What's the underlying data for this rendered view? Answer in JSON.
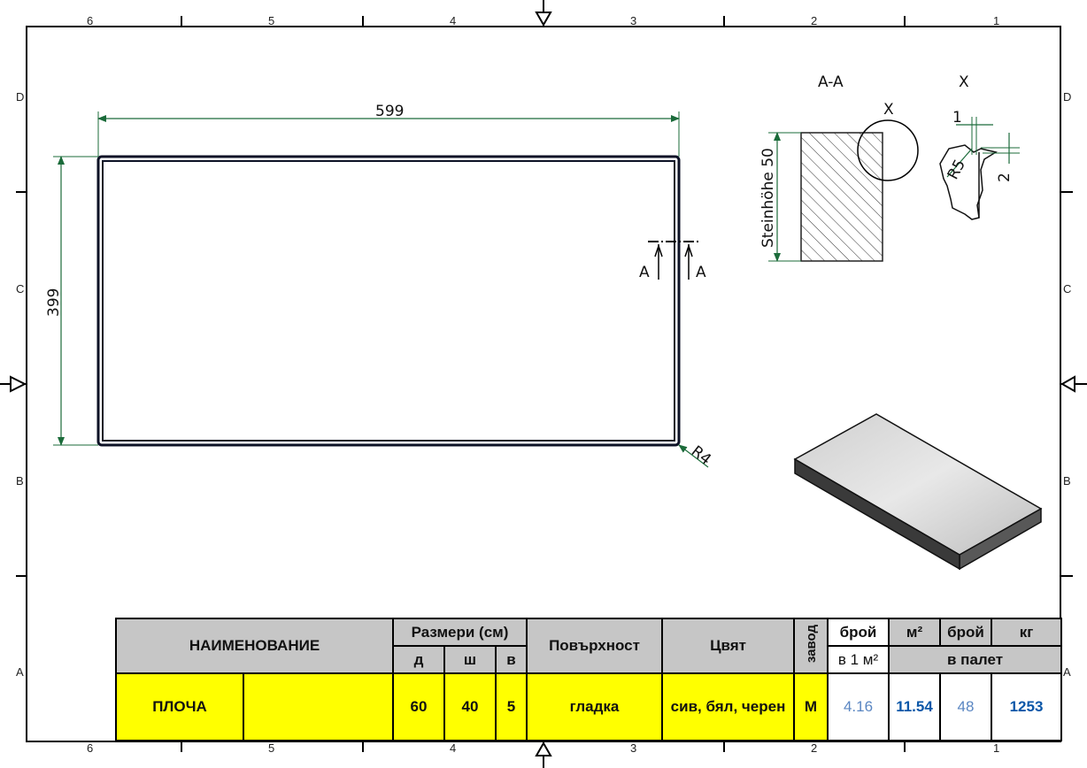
{
  "zones": {
    "columns": [
      "6",
      "5",
      "4",
      "3",
      "2",
      "1"
    ],
    "rows": [
      "D",
      "C",
      "B",
      "A"
    ]
  },
  "plan": {
    "length_dim": "599",
    "width_dim": "399",
    "radius": "R4",
    "section_marker_left": "A",
    "section_marker_right": "A"
  },
  "section": {
    "title": "A-A",
    "height_label": "Steinhöhe 50",
    "detail_ref": "X"
  },
  "detail": {
    "title": "X",
    "dim_1": "1",
    "dim_2": "2",
    "radius": "R5"
  },
  "table": {
    "headers": {
      "name": "НАИМЕНОВАНИЕ",
      "dims": "Размери (см)",
      "d": "д",
      "sh": "ш",
      "v": "в",
      "surface": "Повърхност",
      "color": "Цвят",
      "plant": "завод",
      "count_top": "брой",
      "count_bottom": "в 1 м²",
      "m2": "м²",
      "count_pallet": "брой",
      "kg": "кг",
      "pallet": "в палет"
    },
    "row": {
      "name": "ПЛОЧА",
      "extra": "",
      "d": "60",
      "sh": "40",
      "v": "5",
      "surface": "гладка",
      "color": "сив, бял, черен",
      "plant": "М",
      "per_m2": "4.16",
      "m2_pallet": "11.54",
      "count_pallet": "48",
      "kg_pallet": "1253"
    }
  },
  "colors": {
    "dimension": "#1b6b3a",
    "outline": "#0d1226",
    "header_bg": "#c6c6c6",
    "row_bg": "#ffff00",
    "value_blue": "#0b57a8"
  }
}
